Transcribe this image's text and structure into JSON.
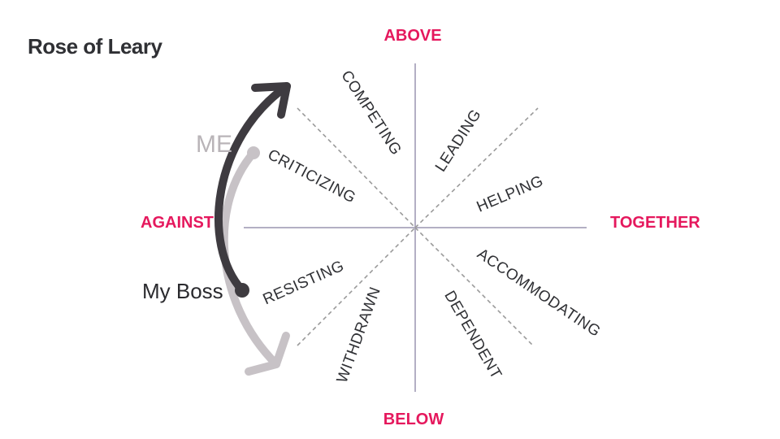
{
  "title": "Rose of Leary",
  "axes": {
    "top": "ABOVE",
    "bottom": "BELOW",
    "left": "AGAINST",
    "right": "TOGETHER"
  },
  "segments": {
    "competing": "COMPETING",
    "leading": "LEADING",
    "helping": "HELPING",
    "accommodating": "ACCOMMODATING",
    "dependent": "DEPENDENT",
    "withdrawn": "WITHDRAWN",
    "resisting": "RESISTING",
    "criticizing": "CRITICIZING"
  },
  "people": {
    "me": "ME",
    "boss": "My Boss"
  },
  "colors": {
    "accent": "#e5185d",
    "text": "#2f3034",
    "axis": "#b3afc4",
    "diagonal": "#9a9a9a",
    "me_arrow": "#c7c2c6",
    "boss_arrow": "#3e3b40"
  }
}
